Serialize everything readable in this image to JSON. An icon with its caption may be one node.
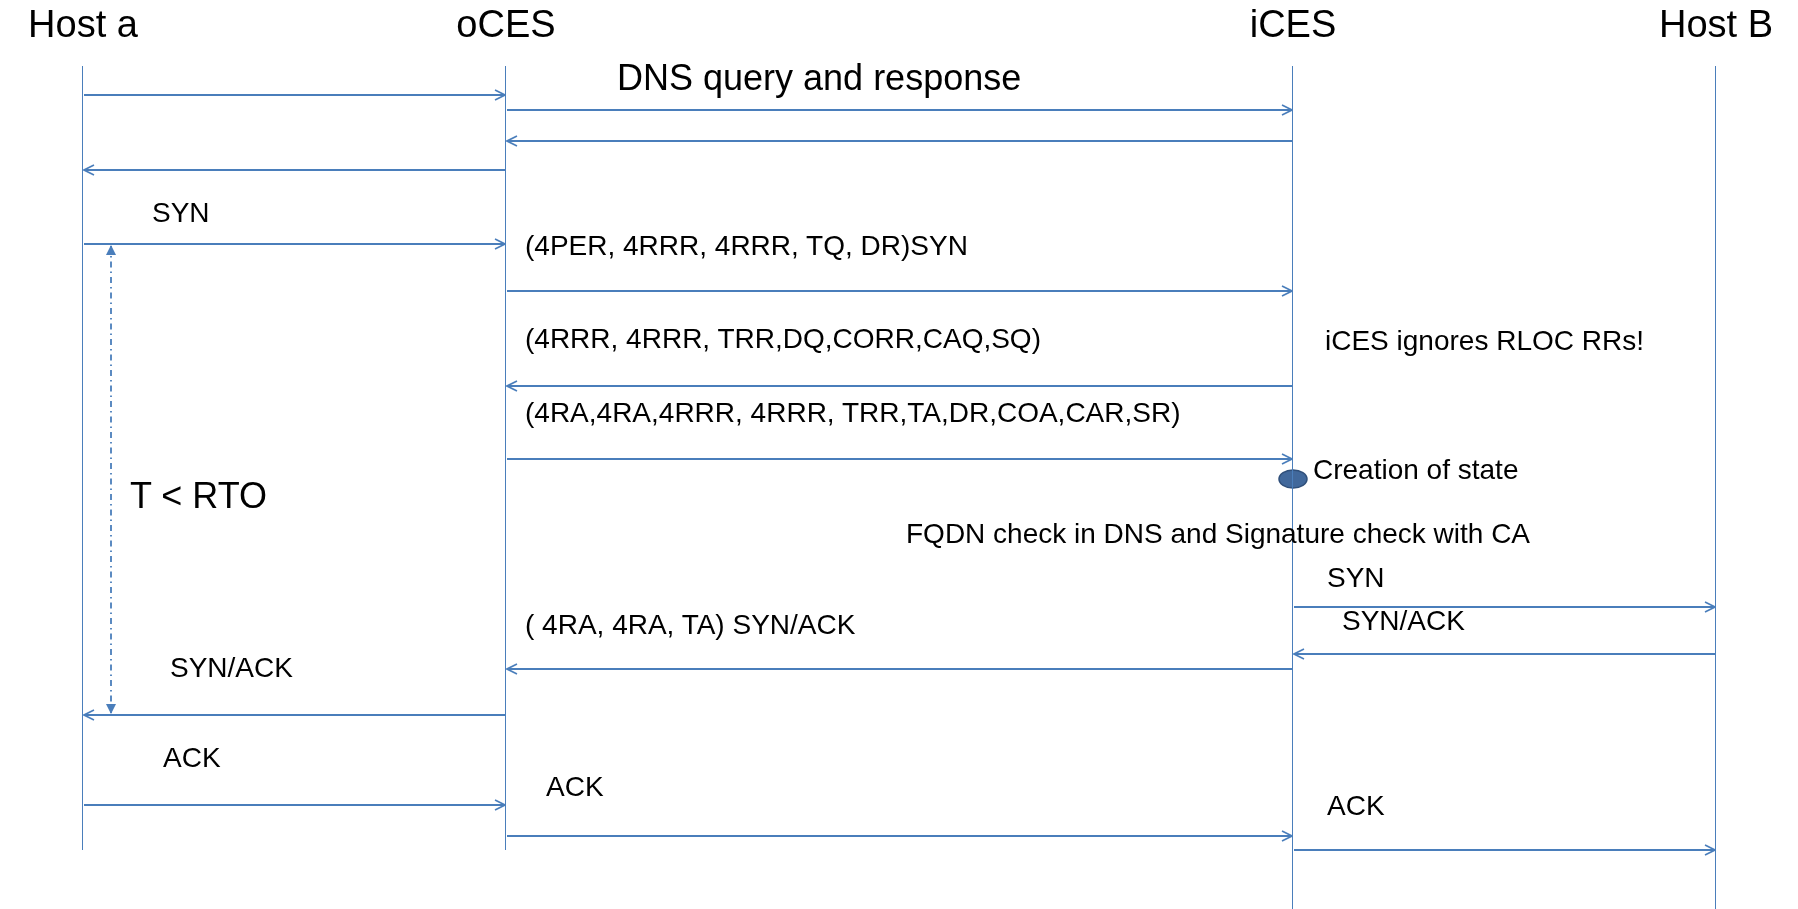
{
  "diagram": {
    "nodes": [
      {
        "text": [
          "Host a"
        ]
      },
      {
        "text": [
          "oCES"
        ]
      },
      {
        "text": [
          "iCES"
        ]
      },
      {
        "text": [
          "Host B"
        ]
      },
      {
        "text": [],
        "shape": "circle",
        "beside": [
          "Creation of state"
        ]
      }
    ],
    "edges": [
      {
        "from": 0,
        "to": 1,
        "arrow": "to"
      },
      {
        "from": 1,
        "to": 2,
        "arrow": "to",
        "label": "DNS query and response"
      },
      {
        "from": 2,
        "to": 1,
        "arrow": "to"
      },
      {
        "from": 1,
        "to": 0,
        "arrow": "to"
      },
      {
        "from": 0,
        "to": 1,
        "arrow": "to",
        "label": "SYN"
      },
      {
        "from": 1,
        "to": 2,
        "arrow": "to",
        "label": "(4PER, 4RRR, 4RRR, TQ, DR)SYN"
      },
      {
        "from": 2,
        "to": 1,
        "arrow": "to",
        "label": "(4RRR, 4RRR, TRR,DQ,CORR,CAQ,SQ)"
      },
      {
        "from": 1,
        "to": 2,
        "arrow": "to",
        "label": "(4RA,4RA,4RRR, 4RRR, TRR,TA,DR,COA,CAR,SR)"
      },
      {
        "from": 2,
        "to": 3,
        "arrow": "to",
        "label": "SYN"
      },
      {
        "from": 3,
        "to": 2,
        "arrow": "to",
        "label": "SYN/ACK"
      },
      {
        "from": 2,
        "to": 1,
        "arrow": "to",
        "label": "( 4RA, 4RA, TA) SYN/ACK"
      },
      {
        "from": 1,
        "to": 0,
        "arrow": "to",
        "label": "SYN/ACK"
      },
      {
        "from": 0,
        "to": 1,
        "arrow": "to",
        "label": "ACK"
      },
      {
        "from": 1,
        "to": 2,
        "arrow": "to",
        "label": "ACK"
      },
      {
        "from": 2,
        "to": 3,
        "arrow": "to",
        "label": "ACK"
      }
    ],
    "labels": [
      "iCES ignores RLOC RRs!",
      "T < RTO",
      "FQDN check in DNS and Signature check with CA"
    ]
  }
}
